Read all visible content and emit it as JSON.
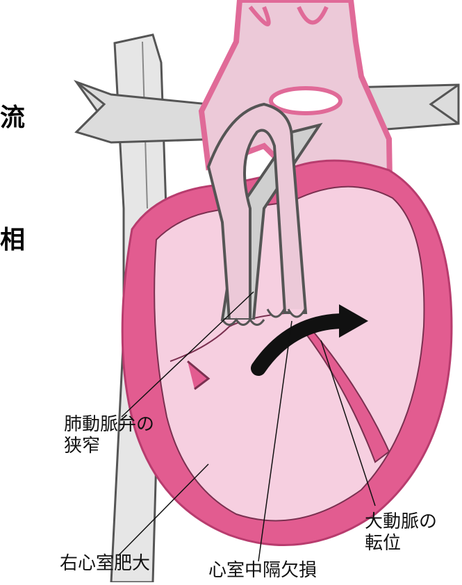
{
  "edge_fragments": [
    "流",
    "相"
  ],
  "labels": {
    "pulmonary_stenosis": [
      "肺動脈弁の",
      "狭窄"
    ],
    "aorta_transposition": [
      "大動脈の",
      "転位"
    ],
    "rv_hypertrophy": "右心室肥大",
    "vsd": "心室中隔欠損"
  },
  "colors": {
    "vein": "#e6e6e6",
    "vein_outline": "#555555",
    "heart_wall": "#e25c90",
    "heart_inner": "#f6cfe0",
    "aorta_fill": "#ecc9d8",
    "aorta_wall": "#e06a98",
    "pulmonary_artery": "#cfcfcf",
    "arrow": "#111111"
  }
}
